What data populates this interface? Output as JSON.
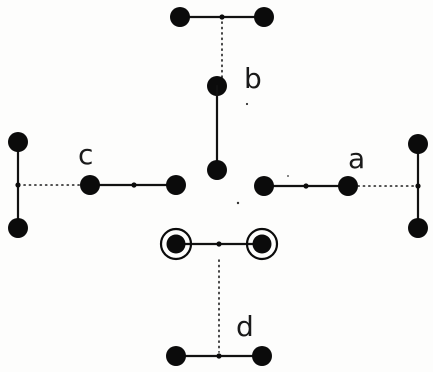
{
  "figure": {
    "labels": {
      "a": "a",
      "b": "b",
      "c": "c",
      "d": "d"
    }
  }
}
